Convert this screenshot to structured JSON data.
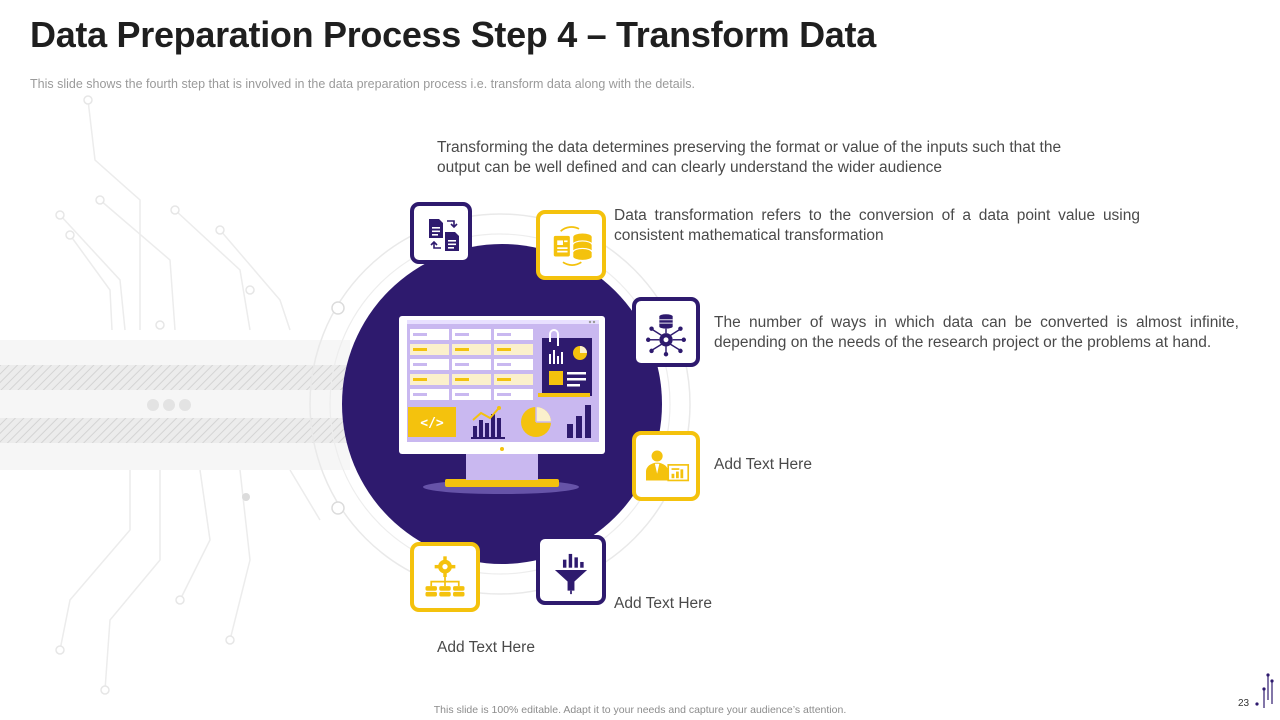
{
  "slide": {
    "title": "Data Preparation Process Step 4 – Transform Data",
    "subtitle": "This slide shows the fourth step that is involved in the data preparation  process i.e. transform data along with the details.",
    "footer": "This slide is 100% editable. Adapt it to your needs and capture your audience’s attention.",
    "page_number": "23"
  },
  "points": [
    {
      "text": "Transforming the data determines preserving the format or value of the inputs such that the output can be well defined and can clearly understand the wider audience",
      "icon": "document-sync-icon"
    },
    {
      "text": "Data transformation refers to the conversion of a data point value using consistent mathematical transformation",
      "icon": "database-transform-icon"
    },
    {
      "text": "The number of ways in which data can be converted is almost infinite, depending on the needs of the research project or the problems at hand.",
      "icon": "data-network-gear-icon"
    },
    {
      "text": "Add Text Here",
      "icon": "person-presentation-icon"
    },
    {
      "text": "Add Text Here",
      "icon": "funnel-chart-icon"
    },
    {
      "text": "Add Text Here",
      "icon": "gear-hierarchy-icon"
    }
  ],
  "monitor": {
    "code_symbol": "</>"
  },
  "colors": {
    "purple": "#2e1a6e",
    "yellow": "#f4c20d",
    "lavender": "#c9b8f0",
    "cream": "#fbf0cc"
  }
}
